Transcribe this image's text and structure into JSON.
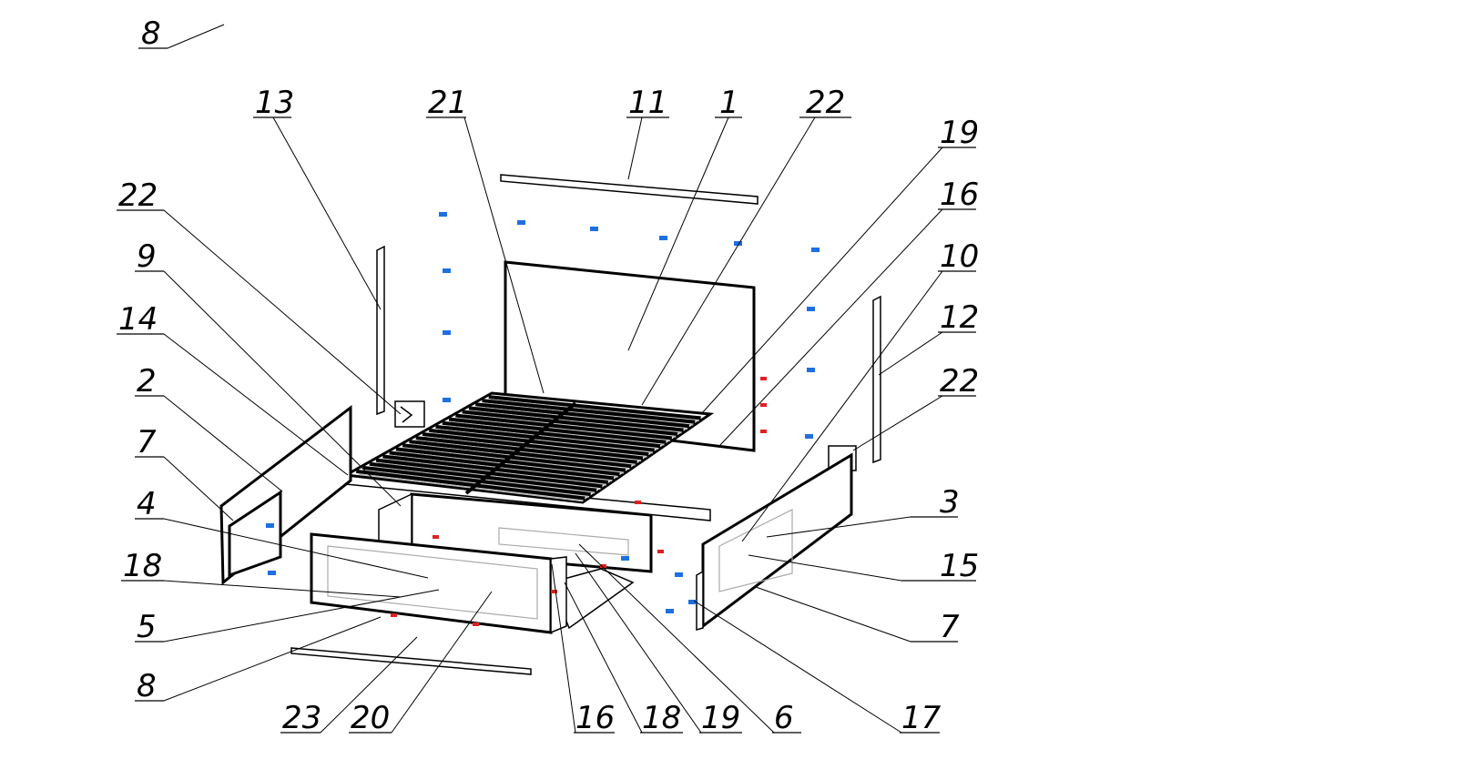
{
  "diagram": {
    "type": "exploded assembly drawing - bed",
    "callouts": [
      "8",
      "13",
      "21",
      "11",
      "1",
      "22",
      "19",
      "16",
      "10",
      "12",
      "22",
      "22",
      "9",
      "14",
      "2",
      "7",
      "4",
      "18",
      "5",
      "8",
      "23",
      "20",
      "16",
      "18",
      "19",
      "6",
      "17",
      "7",
      "15",
      "3"
    ],
    "colors": {
      "line": "#000000",
      "fastener_blue": "#1e6fe0",
      "fastener_red": "#e02020",
      "hidden_line": "#aaaaaa"
    }
  }
}
